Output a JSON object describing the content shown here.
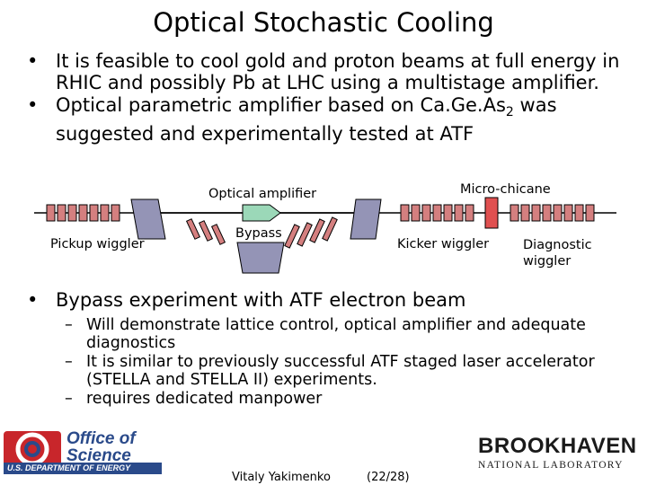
{
  "slide": {
    "title": "Optical Stochastic Cooling",
    "bullet_symbol": "•",
    "dash_symbol": "–",
    "bullets": [
      "It is feasible to cool gold and proton beams at full energy in RHIC and possibly Pb at LHC using a multistage amplifier.",
      {
        "before": "Optical parametric amplifier based on Ca.Ge.As",
        "subscript": "2",
        "after": " was suggested and experimentally tested at ATF"
      }
    ],
    "diagram": {
      "labels": {
        "optical_amplifier": "Optical amplifier",
        "micro_chicane": "Micro-chicane",
        "pickup_wiggler": "Pickup wiggler",
        "bypass": "Bypass",
        "kicker_wiggler": "Kicker wiggler",
        "diagnostic_wiggler_line1": "Diagnostic",
        "diagnostic_wiggler_line2": "wiggler"
      },
      "colors": {
        "magnet": "#d47f7f",
        "dipole": "#9494b6",
        "amplifier": "#9bd8b8",
        "chicane": "#e05050"
      }
    },
    "second_bullet": "Bypass experiment with ATF electron beam",
    "sub_bullets": [
      "Will demonstrate lattice control, optical amplifier and adequate diagnostics",
      "It is similar to previously successful ATF staged laser accelerator (STELLA and STELLA II) experiments.",
      "requires dedicated manpower"
    ],
    "footer": {
      "author": "Vitaly Yakimenko",
      "page": "(22/28)"
    },
    "logos": {
      "doe_line1": "Office of",
      "doe_line2": "Science",
      "doe_line3": "U.S. DEPARTMENT OF ENERGY",
      "bnl_line1": "BROOKHAVEN",
      "bnl_line2": "NATIONAL LABORATORY"
    }
  }
}
